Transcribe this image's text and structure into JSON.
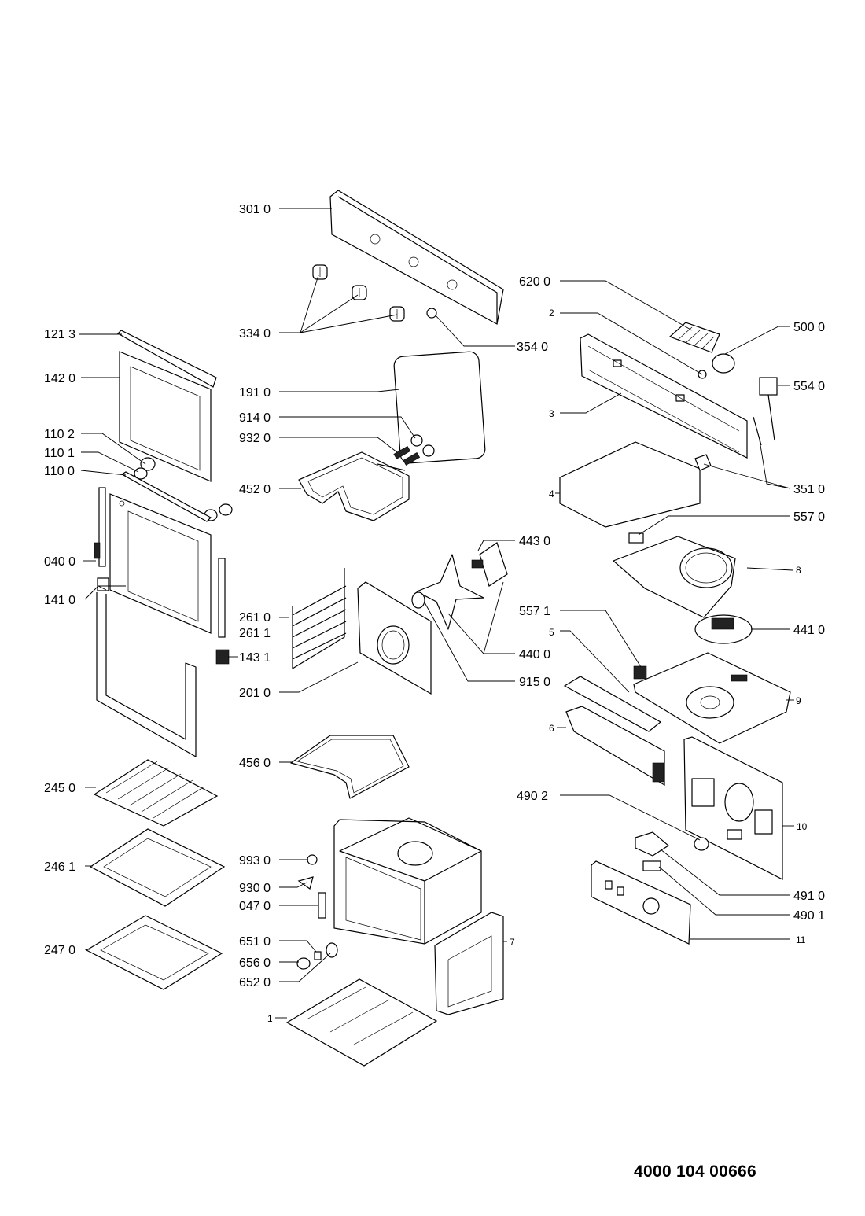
{
  "document_number": "4000 104 00666",
  "labels": {
    "l3010": "301 0",
    "l3340": "334 0",
    "l3540": "354 0",
    "l6200": "620 0",
    "l2": "2",
    "l5000": "500 0",
    "l5540": "554 0",
    "l3": "3",
    "l1213": "121 3",
    "l1420": "142 0",
    "l1910": "191 0",
    "l9140": "914 0",
    "l9320": "932 0",
    "l1102": "110 2",
    "l1101": "110 1",
    "l1100": "110 0",
    "l4520": "452 0",
    "l4": "4",
    "l3510": "351 0",
    "l5570": "557 0",
    "l4430": "443 0",
    "l0400": "040 0",
    "l1410": "141 0",
    "l8": "8",
    "l2610": "261 0",
    "l2611": "261 1",
    "l5571": "557 1",
    "l4410": "441 0",
    "l1431": "143 1",
    "l5": "5",
    "l4400": "440 0",
    "l9150": "915 0",
    "l2010": "201 0",
    "l9": "9",
    "l6": "6",
    "l4560": "456 0",
    "l2450": "245 0",
    "l4902": "490 2",
    "l10": "10",
    "l9930": "993 0",
    "l2461": "246 1",
    "l9300": "930 0",
    "l0470": "047 0",
    "l4910": "491 0",
    "l4901": "490 1",
    "l6510": "651 0",
    "l7": "7",
    "l11": "11",
    "l2470": "247 0",
    "l6560": "656 0",
    "l6520": "652 0",
    "l1": "1"
  }
}
